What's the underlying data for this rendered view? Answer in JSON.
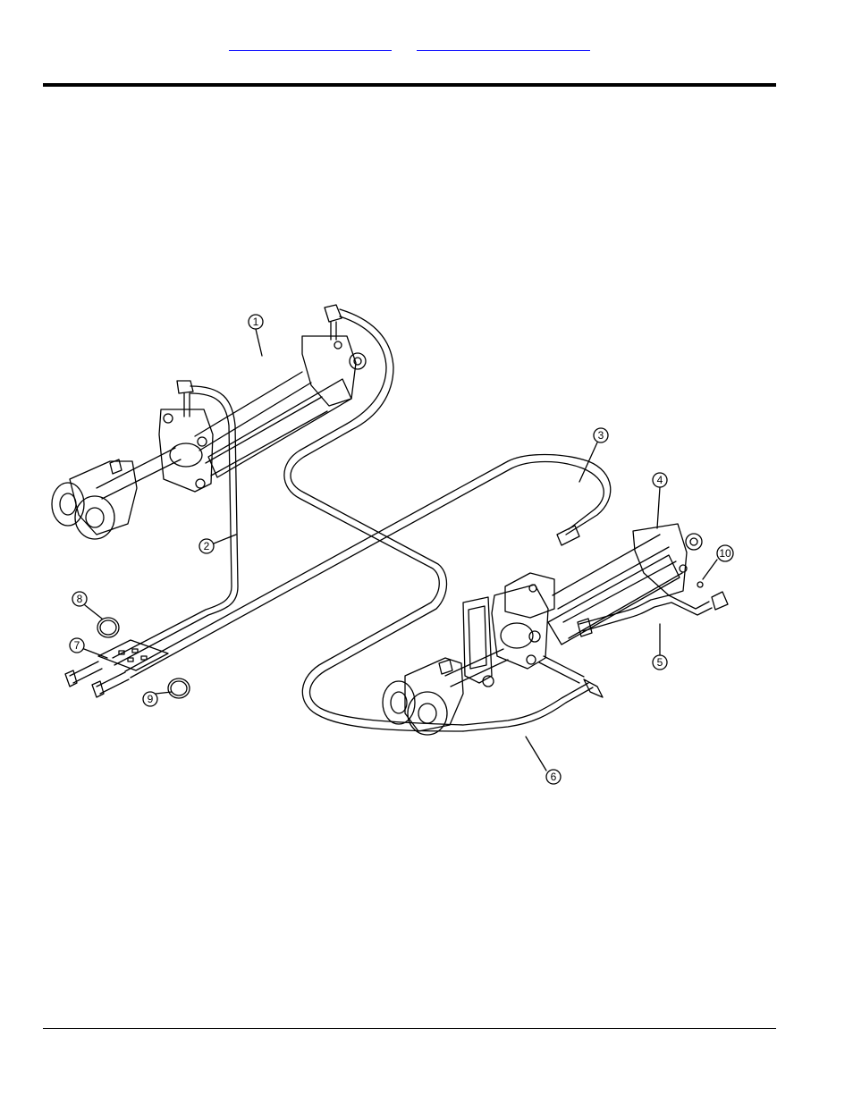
{
  "header": {
    "link_a": "",
    "link_b": ""
  },
  "diagram": {
    "callouts": [
      {
        "id": "callout-1",
        "label": "1"
      },
      {
        "id": "callout-2",
        "label": "2"
      },
      {
        "id": "callout-3",
        "label": "3"
      },
      {
        "id": "callout-4",
        "label": "4"
      },
      {
        "id": "callout-5",
        "label": "5"
      },
      {
        "id": "callout-6",
        "label": "6"
      },
      {
        "id": "callout-7",
        "label": "7"
      },
      {
        "id": "callout-8",
        "label": "8"
      },
      {
        "id": "callout-9",
        "label": "9"
      },
      {
        "id": "callout-10",
        "label": "10"
      }
    ]
  },
  "colors": {
    "link": "#1a1aff",
    "line": "#000000"
  }
}
